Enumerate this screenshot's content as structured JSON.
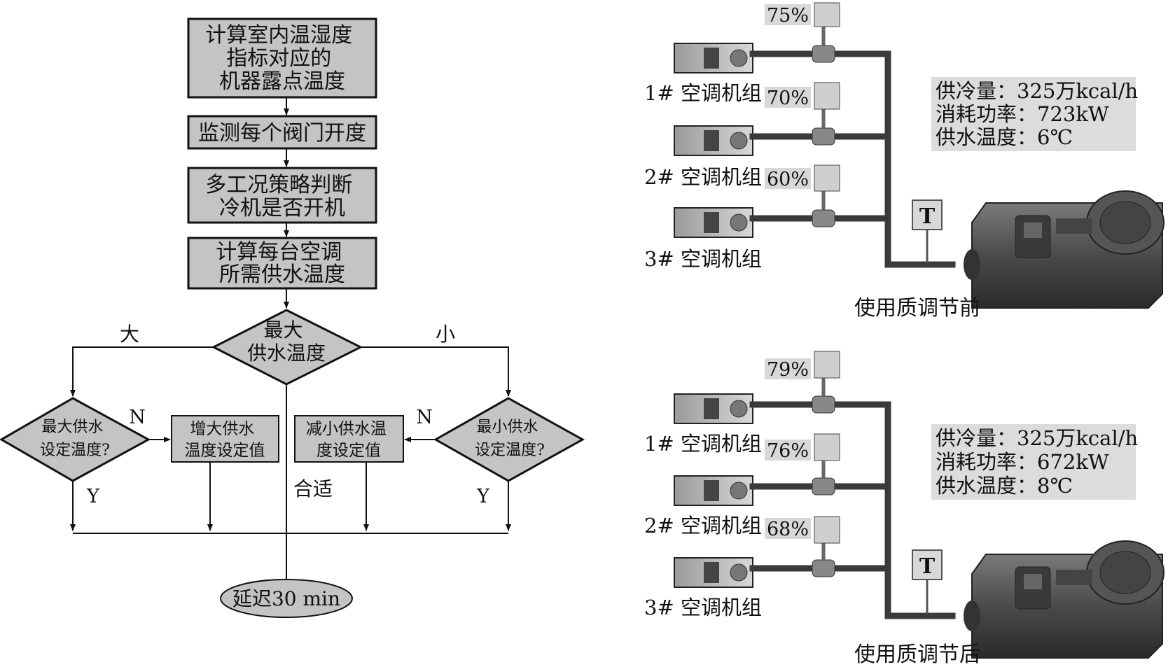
{
  "flowchart": {
    "box1": [
      "计算室内温湿度",
      "指标对应的",
      "机器露点温度"
    ],
    "box2": [
      "监测每个阀门开度"
    ],
    "box3": [
      "多工况策略判断",
      "冷机是否开机"
    ],
    "box4": [
      "计算每台空调",
      "所需供水温度"
    ],
    "decision_center": [
      "最大",
      "供水温度"
    ],
    "branch_left": "大",
    "branch_right": "小",
    "decision_left": [
      "最大供水",
      "设定温度?"
    ],
    "decision_right": [
      "最小供水",
      "设定温度?"
    ],
    "action_left": [
      "增大供水",
      "温度设定值"
    ],
    "action_right": [
      "减小供水温",
      "度设定值"
    ],
    "label_n_left": "N",
    "label_n_right": "N",
    "label_y_left": "Y",
    "label_y_right": "Y",
    "label_fit": "合适",
    "end": "延迟30 min"
  },
  "panels": [
    {
      "units": [
        {
          "label": "1# 空调机组",
          "valve_pct": "75%"
        },
        {
          "label": "2# 空调机组",
          "valve_pct": "70%"
        },
        {
          "label": "3# 空调机组",
          "valve_pct": "60%"
        }
      ],
      "info": [
        "供冷量：325万kcal/h",
        "消耗功率：723kW",
        "供水温度：6℃"
      ],
      "caption": "使用质调节前",
      "sensor_glyph": "T"
    },
    {
      "units": [
        {
          "label": "1# 空调机组",
          "valve_pct": "79%"
        },
        {
          "label": "2# 空调机组",
          "valve_pct": "76%"
        },
        {
          "label": "3# 空调机组",
          "valve_pct": "68%"
        }
      ],
      "info": [
        "供冷量：325万kcal/h",
        "消耗功率：672kW",
        "供水温度：8℃"
      ],
      "caption": "使用质调节后",
      "sensor_glyph": "T"
    }
  ]
}
